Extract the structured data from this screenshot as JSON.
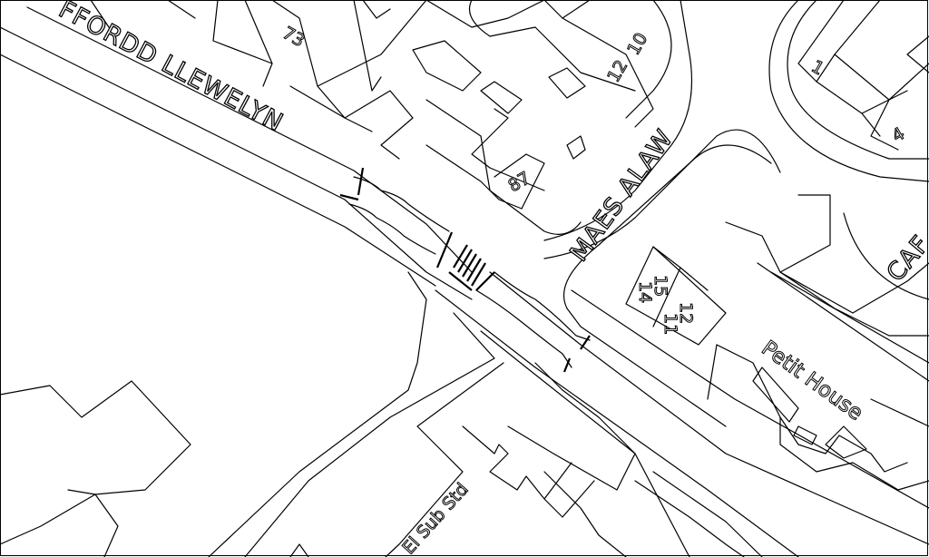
{
  "labels": {
    "road_ffordd": "FFORDD LLEWELYN",
    "road_maes": "MAES ALAW",
    "road_caf": "CAF",
    "petit_house": "Petit House",
    "substation": "El Sub Std"
  },
  "house_numbers": {
    "n73": "73",
    "n12": "12",
    "n10": "10",
    "n87": "87",
    "n1": "1",
    "n4": "4",
    "n14": "14",
    "n15": "15",
    "n11": "11",
    "n12b": "12"
  },
  "colors": {
    "background": "#ffffff",
    "line": "#000000"
  }
}
